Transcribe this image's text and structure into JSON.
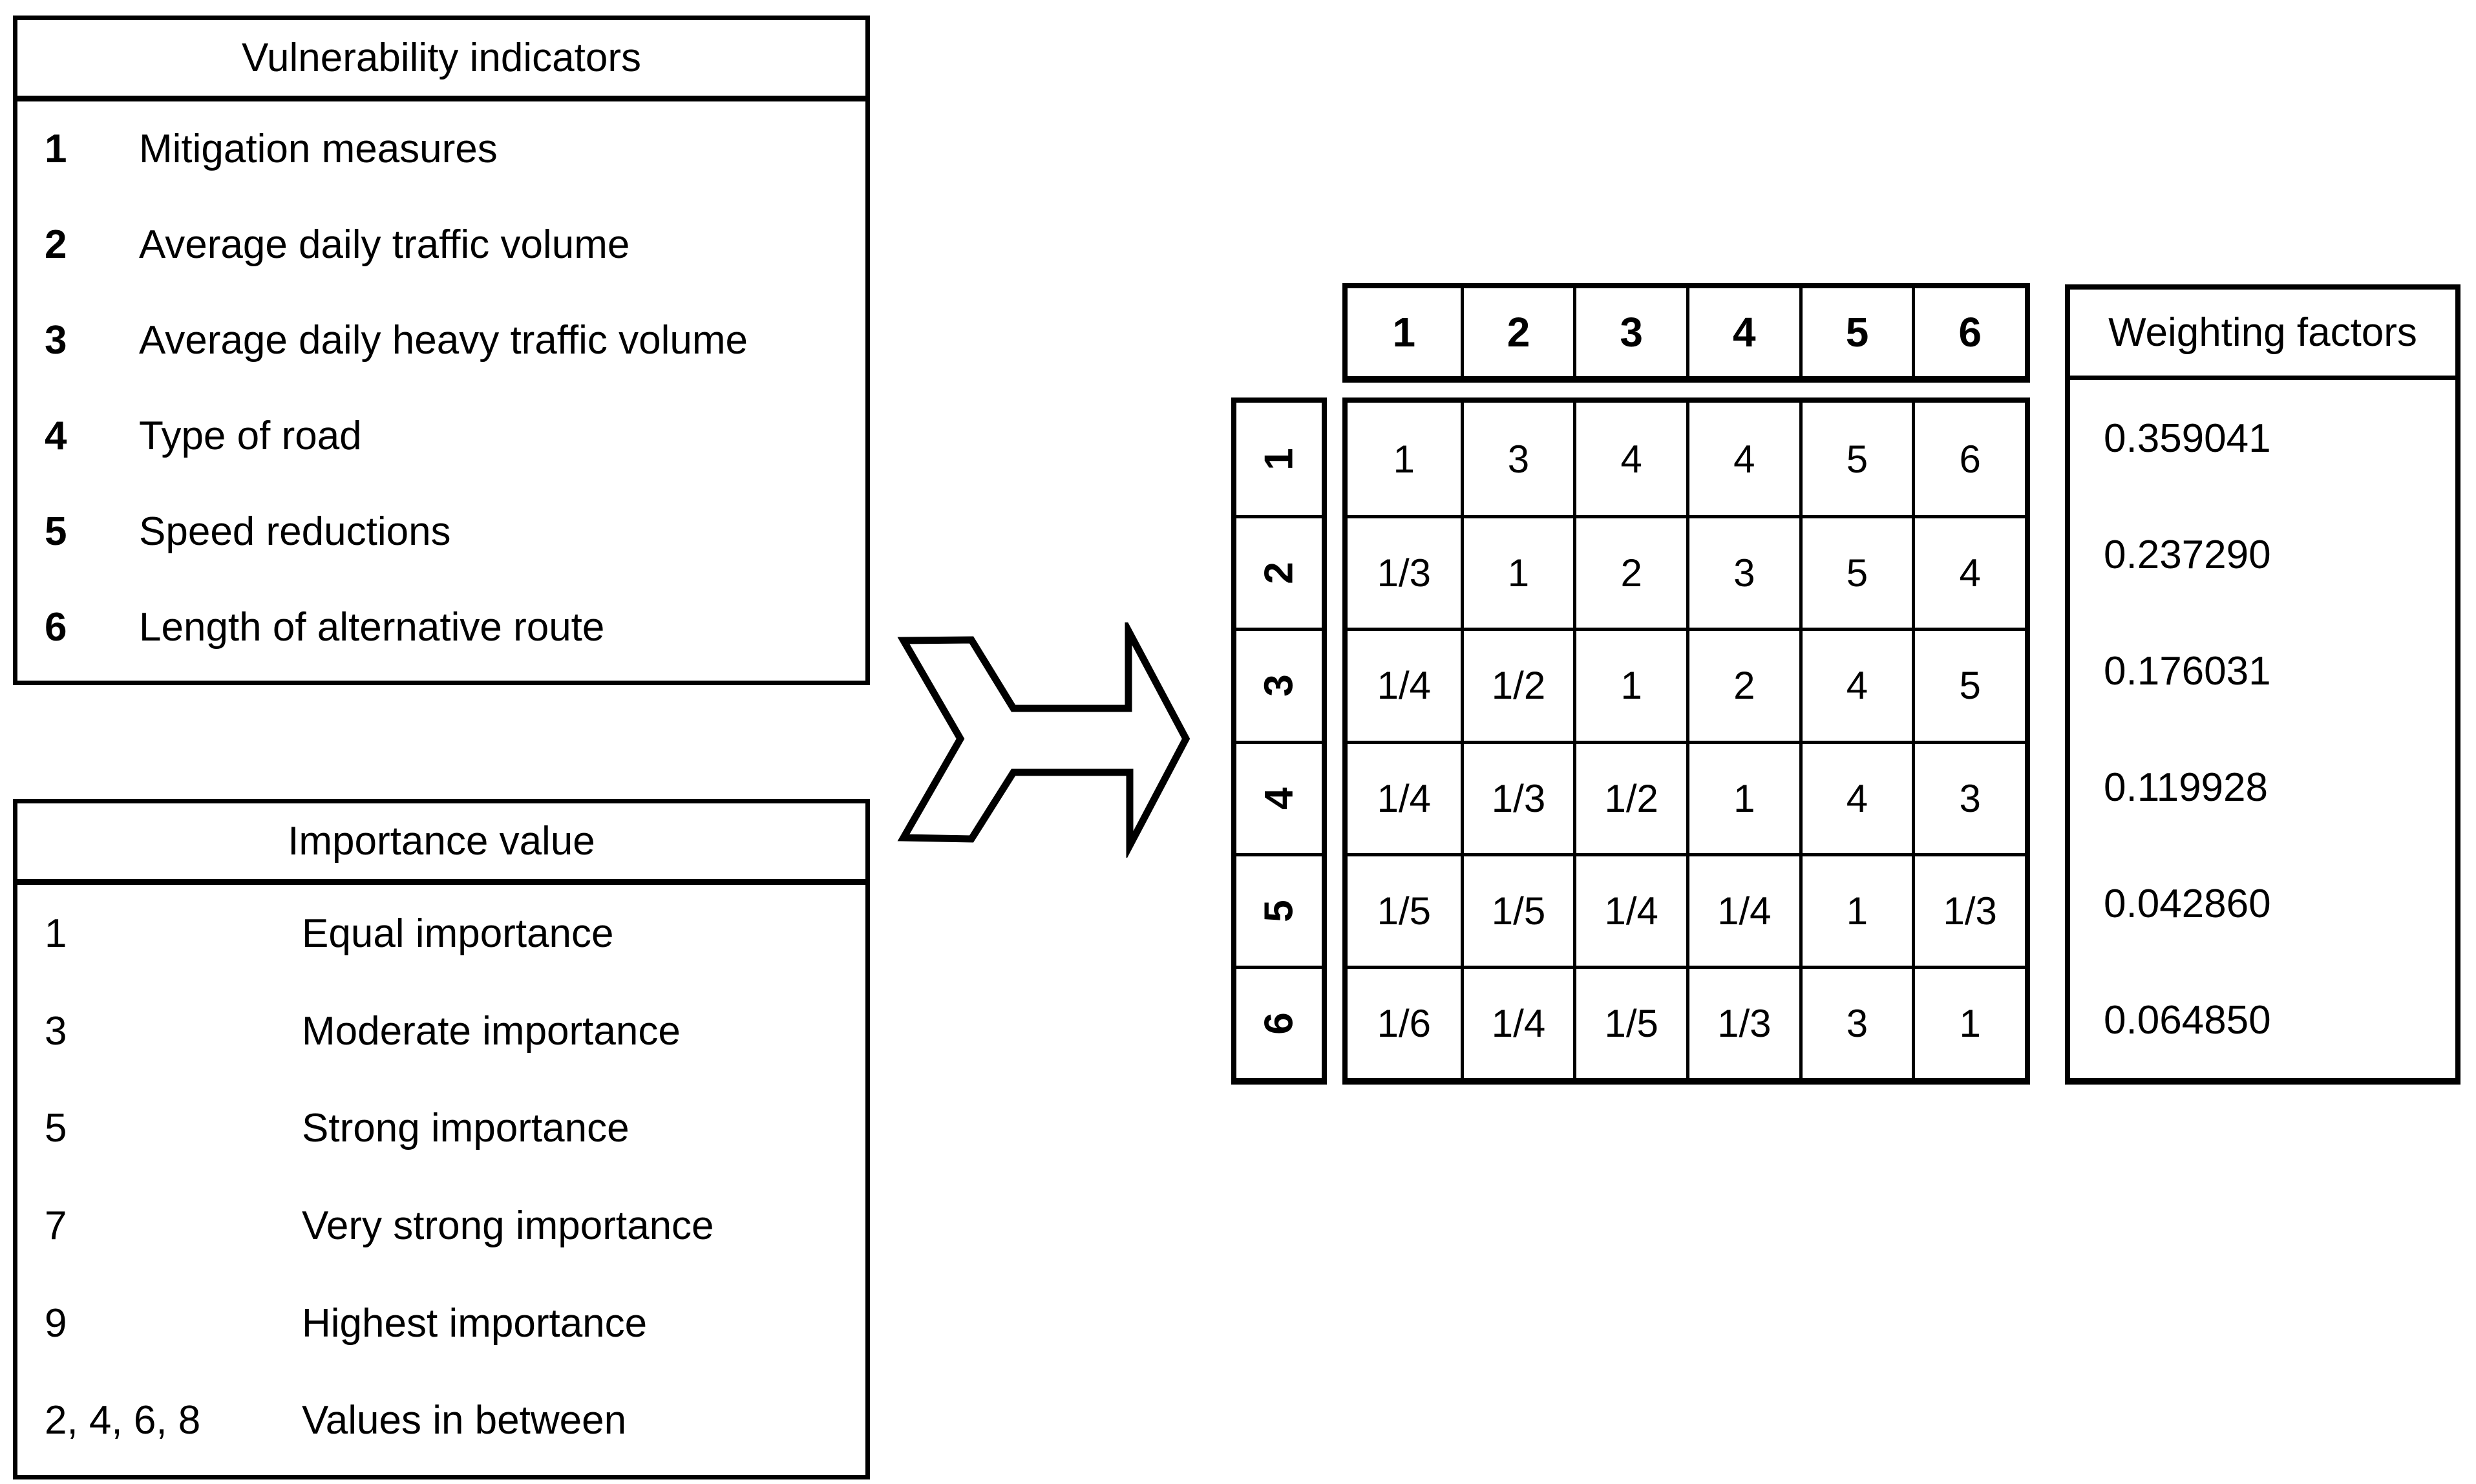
{
  "vulnerability_box": {
    "title": "Vulnerability indicators",
    "items": [
      {
        "num": "1",
        "label": "Mitigation measures"
      },
      {
        "num": "2",
        "label": "Average daily traffic volume"
      },
      {
        "num": "3",
        "label": "Average daily heavy traffic volume"
      },
      {
        "num": "4",
        "label": "Type of road"
      },
      {
        "num": "5",
        "label": "Speed reductions"
      },
      {
        "num": "6",
        "label": "Length of alternative route"
      }
    ]
  },
  "importance_box": {
    "title": "Importance value",
    "items": [
      {
        "num": "1",
        "label": "Equal importance"
      },
      {
        "num": "3",
        "label": "Moderate importance"
      },
      {
        "num": "5",
        "label": "Strong importance"
      },
      {
        "num": "7",
        "label": "Very strong importance"
      },
      {
        "num": "9",
        "label": "Highest importance"
      },
      {
        "num": "2, 4, 6, 8",
        "label": "Values in between"
      }
    ]
  },
  "matrix": {
    "col_headers": [
      "1",
      "2",
      "3",
      "4",
      "5",
      "6"
    ],
    "row_headers": [
      "1",
      "2",
      "3",
      "4",
      "5",
      "6"
    ],
    "rows": [
      [
        "1",
        "3",
        "4",
        "4",
        "5",
        "6"
      ],
      [
        "1/3",
        "1",
        "2",
        "3",
        "5",
        "4"
      ],
      [
        "1/4",
        "1/2",
        "1",
        "2",
        "4",
        "5"
      ],
      [
        "1/4",
        "1/3",
        "1/2",
        "1",
        "4",
        "3"
      ],
      [
        "1/5",
        "1/5",
        "1/4",
        "1/4",
        "1",
        "1/3"
      ],
      [
        "1/6",
        "1/4",
        "1/5",
        "1/3",
        "3",
        "1"
      ]
    ]
  },
  "weighting": {
    "title": "Weighting factors",
    "values": [
      "0.359041",
      "0.237290",
      "0.176031",
      "0.119928",
      "0.042860",
      "0.064850"
    ]
  },
  "colors": {
    "ink": "#000000",
    "background": "#ffffff"
  }
}
